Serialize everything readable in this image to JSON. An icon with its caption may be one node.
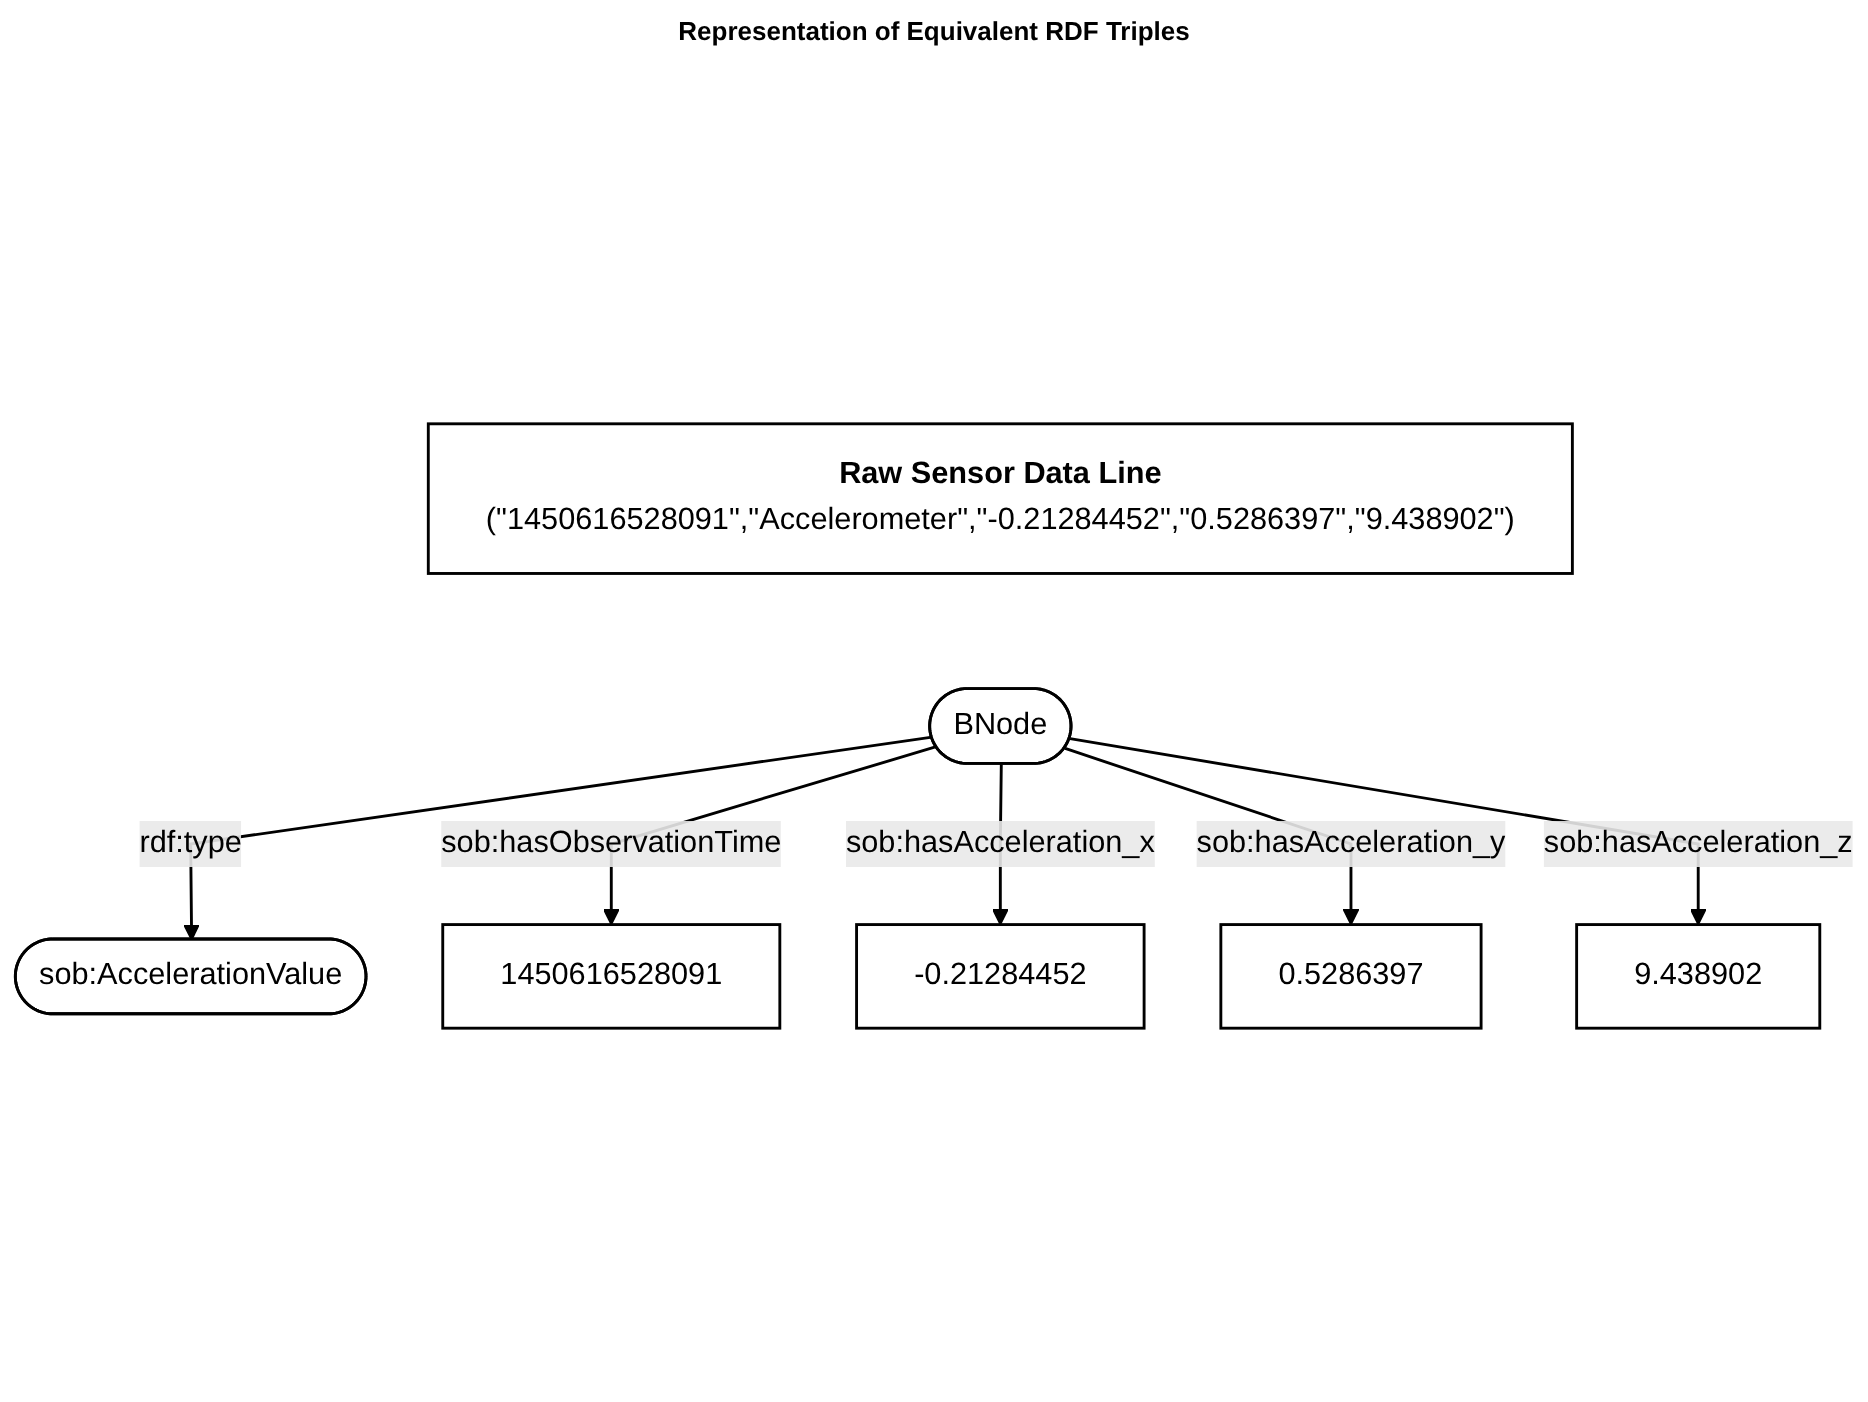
{
  "diagram": {
    "nodes": [
      {
        "text": [
          "Raw Sensor Data Line",
          "(\"1450616528091\",\"Accelerometer\",\"-0.21284452\",\"0.5286397\",\"9.438902\")"
        ]
      },
      {
        "text": [
          "sob:AccelerationValue"
        ]
      },
      {
        "text": [
          "1450616528091"
        ]
      },
      {
        "text": [
          "BNode"
        ]
      },
      {
        "text": [
          "-0.21284452"
        ]
      },
      {
        "text": [
          "0.5286397"
        ]
      },
      {
        "text": [
          "9.438902"
        ]
      }
    ],
    "edges": [
      {
        "from": 3,
        "to": 1,
        "arrow": "to",
        "label": "rdf:type"
      },
      {
        "from": 3,
        "to": 2,
        "arrow": "to",
        "label": "sob:hasObservationTime"
      },
      {
        "from": 3,
        "to": 4,
        "arrow": "to",
        "label": "sob:hasAcceleration_x"
      },
      {
        "from": 3,
        "to": 5,
        "arrow": "to",
        "label": "sob:hasAcceleration_y"
      },
      {
        "from": 3,
        "to": 6,
        "arrow": "to",
        "label": "sob:hasAcceleration_z"
      }
    ],
    "labels": [
      "Representation of Equivalent RDF Triples"
    ]
  }
}
